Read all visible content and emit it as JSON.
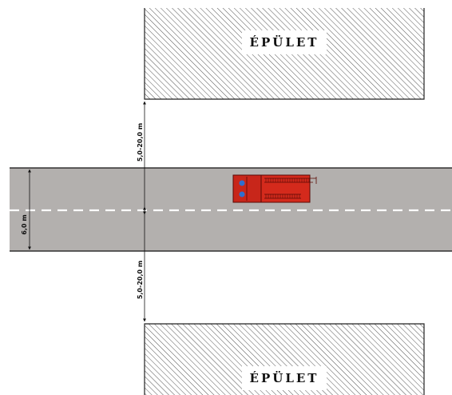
{
  "buildings": {
    "top_label": "ÉPÜLET",
    "bottom_label": "ÉPÜLET"
  },
  "dimensions": {
    "top_distance": "5,0-20,0 m",
    "road_width": "6,0 m",
    "bottom_distance": "5,0-20,0 m"
  },
  "colors": {
    "road": "#b3b0ae",
    "lane_marking": "#ffffff",
    "hatch": "#555555",
    "vehicle_body": "#d42a1c",
    "vehicle_outline": "#5a0a05",
    "vehicle_lights": "#2f6fd0"
  },
  "icons": {
    "vehicle": "fire-truck-icon"
  }
}
